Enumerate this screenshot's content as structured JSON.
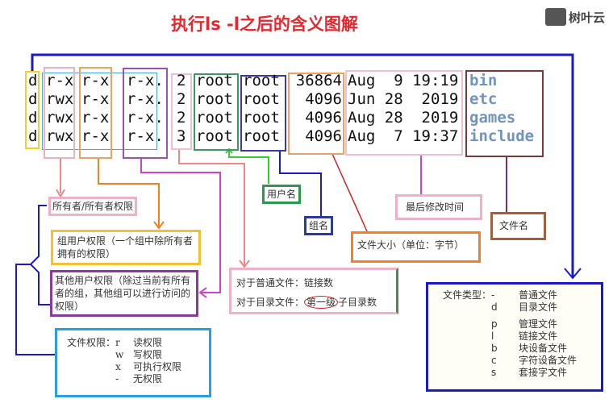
{
  "title": "执行ls -l之后的含义图解",
  "listing": {
    "rows": [
      {
        "type": "d",
        "owner": "r-x",
        "group": "r-x",
        "other": "r-x.",
        "links": "2",
        "user": "root",
        "grp": "root",
        "size": "36864",
        "date": "Aug  9 19:19",
        "name": "bin"
      },
      {
        "type": "d",
        "owner": "rwx",
        "group": "r-x",
        "other": "r-x.",
        "links": "2",
        "user": "root",
        "grp": "root",
        "size": "4096",
        "date": "Jun 28  2019",
        "name": "etc"
      },
      {
        "type": "d",
        "owner": "rwx",
        "group": "r-x",
        "other": "r-x.",
        "links": "2",
        "user": "root",
        "grp": "root",
        "size": "4096",
        "date": "Aug 28  2019",
        "name": "games"
      },
      {
        "type": "d",
        "owner": "rwx",
        "group": "r-x",
        "other": "r-x.",
        "links": "3",
        "user": "root",
        "grp": "root",
        "size": "4096",
        "date": "Aug  7 19:37",
        "name": "include"
      }
    ]
  },
  "labels": {
    "owner": "所有者/所有者权限",
    "group": "组用户权限（一个组中除所有者拥有的权限）",
    "other": "其他用户权限（除过当前有所有者的组，其他组可以进行访问的权限）",
    "user": "用户名",
    "grp": "组名",
    "size": "文件大小（单位：字节）",
    "mtime": "最后修改时间",
    "fname": "文件名",
    "links_file": "对于普通文件：链接数",
    "links_dir_prefix": "对于目录文件：",
    "links_dir_circled": "第一级",
    "links_dir_suffix": "子目录数"
  },
  "permissions": {
    "heading": "文件权限：",
    "items": [
      [
        "r",
        "读权限"
      ],
      [
        "w",
        "写权限"
      ],
      [
        "x",
        "可执行权限"
      ],
      [
        "-",
        "无权限"
      ]
    ]
  },
  "file_types": {
    "heading": "文件类型：",
    "items": [
      [
        "-",
        "普通文件"
      ],
      [
        "d",
        "目录文件"
      ],
      [
        "p",
        "管理文件"
      ],
      [
        "l",
        "链接文件"
      ],
      [
        "b",
        "块设备文件"
      ],
      [
        "c",
        "字符设备文件"
      ],
      [
        "s",
        "套接字文件"
      ]
    ]
  },
  "watermark": "树叶云",
  "colors": {
    "title": "#e8262b",
    "filename": "#6f94c0"
  }
}
